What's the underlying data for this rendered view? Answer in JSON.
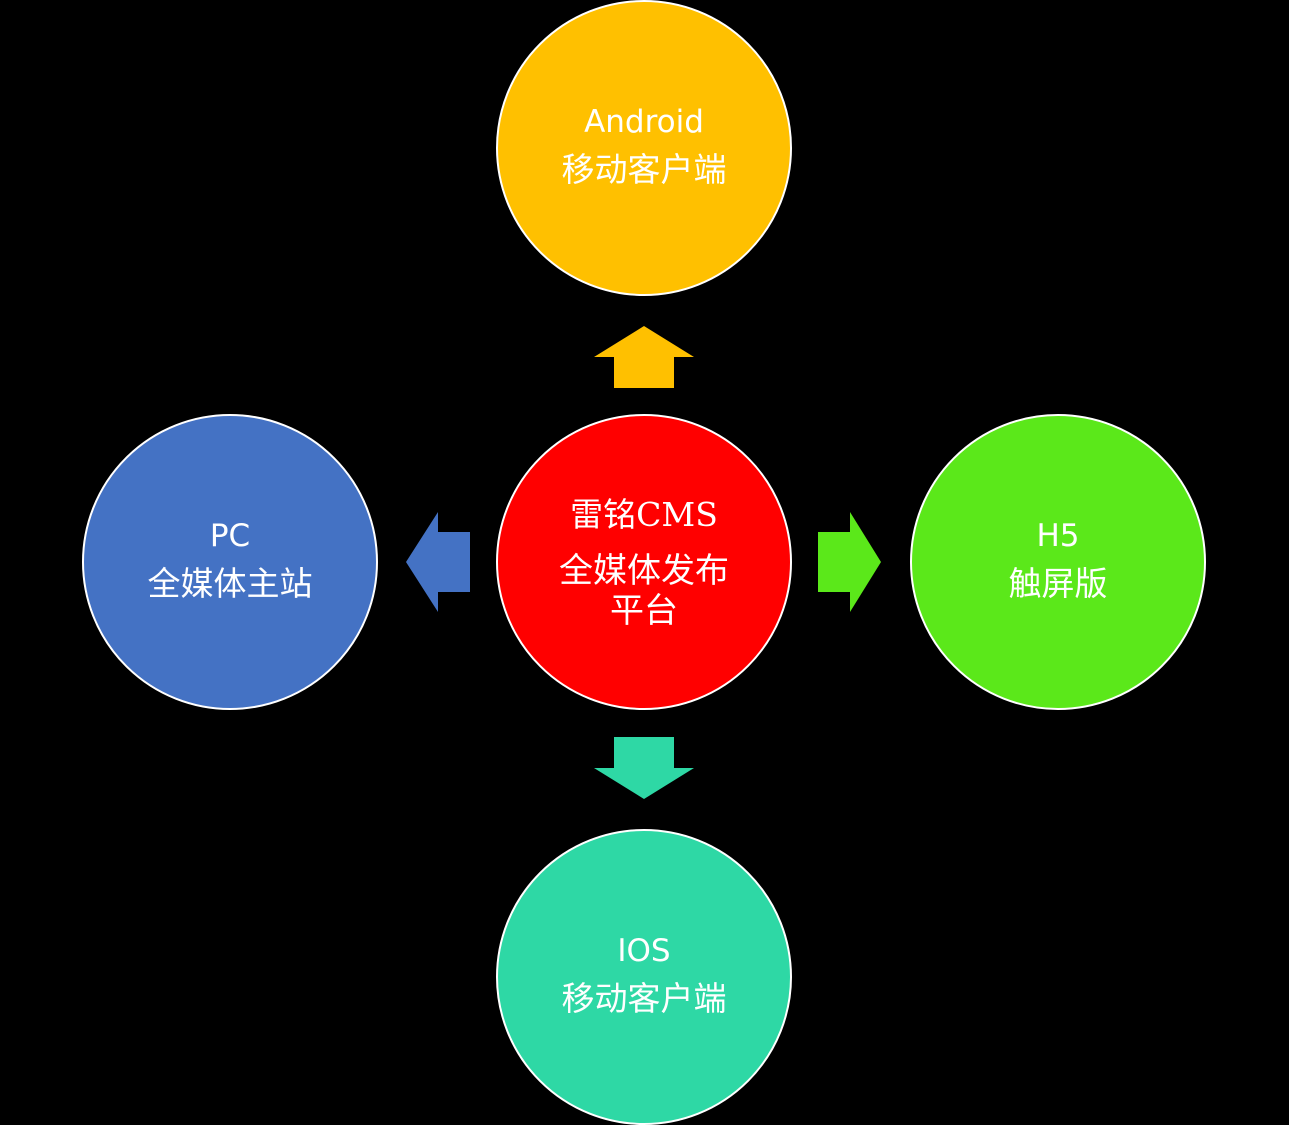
{
  "center": {
    "title": "雷铭CMS",
    "subtitle": "全媒体发布平台",
    "color": "#FF0000"
  },
  "nodes": [
    {
      "id": "android",
      "title": "Android",
      "subtitle": "移动客户端",
      "color": "#FFC000"
    },
    {
      "id": "pc",
      "title": "PC",
      "subtitle": "全媒体主站",
      "color": "#4472C4"
    },
    {
      "id": "h5",
      "title": "H5",
      "subtitle": "触屏版",
      "color": "#5BE81A"
    },
    {
      "id": "ios",
      "title": "IOS",
      "subtitle": "移动客户端",
      "color": "#2ED8A5"
    }
  ]
}
